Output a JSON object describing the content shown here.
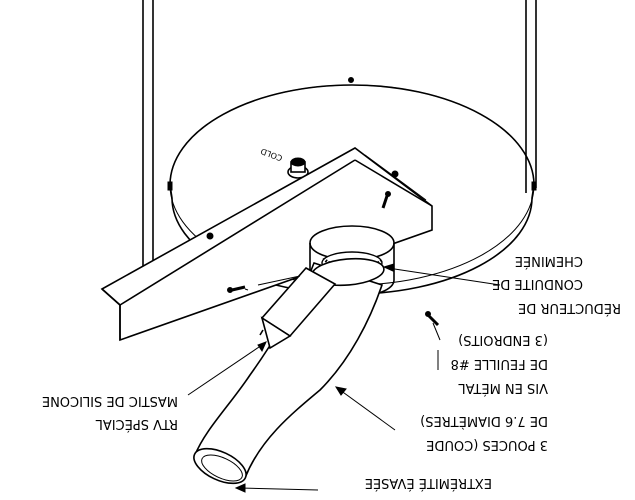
{
  "labels": {
    "chimney_reducer": [
      "CHEMINÉE",
      "CONDUITE DE",
      "RÉDUCTEUR DE"
    ],
    "screws": [
      "(3 ENDROITS)",
      "DE FEUILLE #8",
      "VIS EN MÉTAL"
    ],
    "silicone": [
      "MASTIC DE SILICONE",
      "RTV SPÉCIAL"
    ],
    "elbow": [
      "DE 7.6 DIAMÈTRES)",
      "3 POUCES (COUDE"
    ],
    "flared_end": "EXTRÉMITÉ ÉVASÉE",
    "cold": "COLD"
  },
  "colors": {
    "line": "#000000",
    "background": "#ffffff"
  }
}
